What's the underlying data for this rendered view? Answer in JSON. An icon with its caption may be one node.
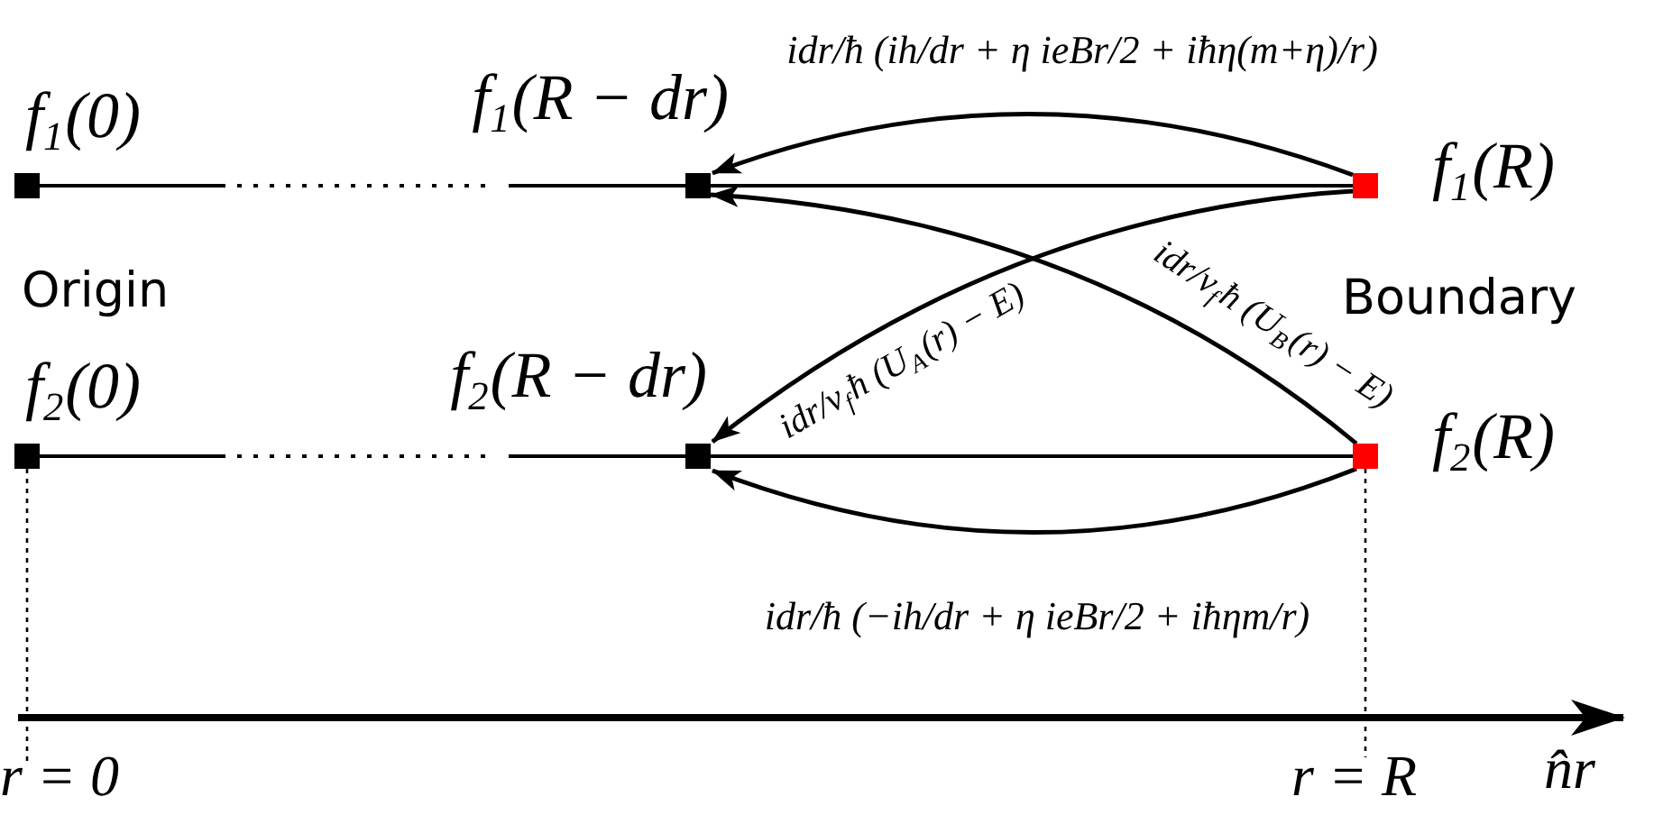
{
  "diagram": {
    "nodes": [
      {
        "text": [],
        "shape": "box",
        "beside": [
          "f$_{1}$(0)"
        ]
      },
      {
        "text": [],
        "shape": "box",
        "beside": [
          "f$_{1}$(R − dr)"
        ]
      },
      {
        "text": [],
        "shape": "box",
        "beside": [
          "f$_{1}$(R)"
        ]
      },
      {
        "text": [],
        "shape": "box",
        "beside": [
          "f$_{2}$(0)"
        ]
      },
      {
        "text": [],
        "shape": "box",
        "beside": [
          "f$_{2}$(R − dr)"
        ]
      },
      {
        "text": [],
        "shape": "box",
        "beside": [
          "f$_{2}$(R)"
        ]
      }
    ],
    "edges": [
      {
        "from": 0,
        "to": 1,
        "arrow": "none",
        "style": "dashed"
      },
      {
        "from": 1,
        "to": 2,
        "arrow": "none"
      },
      {
        "from": 3,
        "to": 4,
        "arrow": "none",
        "style": "dashed"
      },
      {
        "from": 4,
        "to": 5,
        "arrow": "none"
      },
      {
        "from": 2,
        "to": 1,
        "arrow": "to",
        "label": "idr/ħ (ih/dr + η ieBr/2 + iħη(m+η)/r)"
      },
      {
        "from": 2,
        "to": 4,
        "arrow": "to",
        "label": "idr/v$_{f}$ħ (U$_{A}$(r) − E)"
      },
      {
        "from": 5,
        "to": 1,
        "arrow": "to",
        "label": "idr/v$_{f}$ħ (U$_{B}$(r) − E)"
      },
      {
        "from": 5,
        "to": 4,
        "arrow": "to",
        "label": "idr/ħ (−ih/dr + η ieBr/2 + iħηm/r)"
      }
    ],
    "labels": [
      "Origin",
      "Boundary",
      "r = 0",
      "r = R",
      "n̂r"
    ]
  }
}
